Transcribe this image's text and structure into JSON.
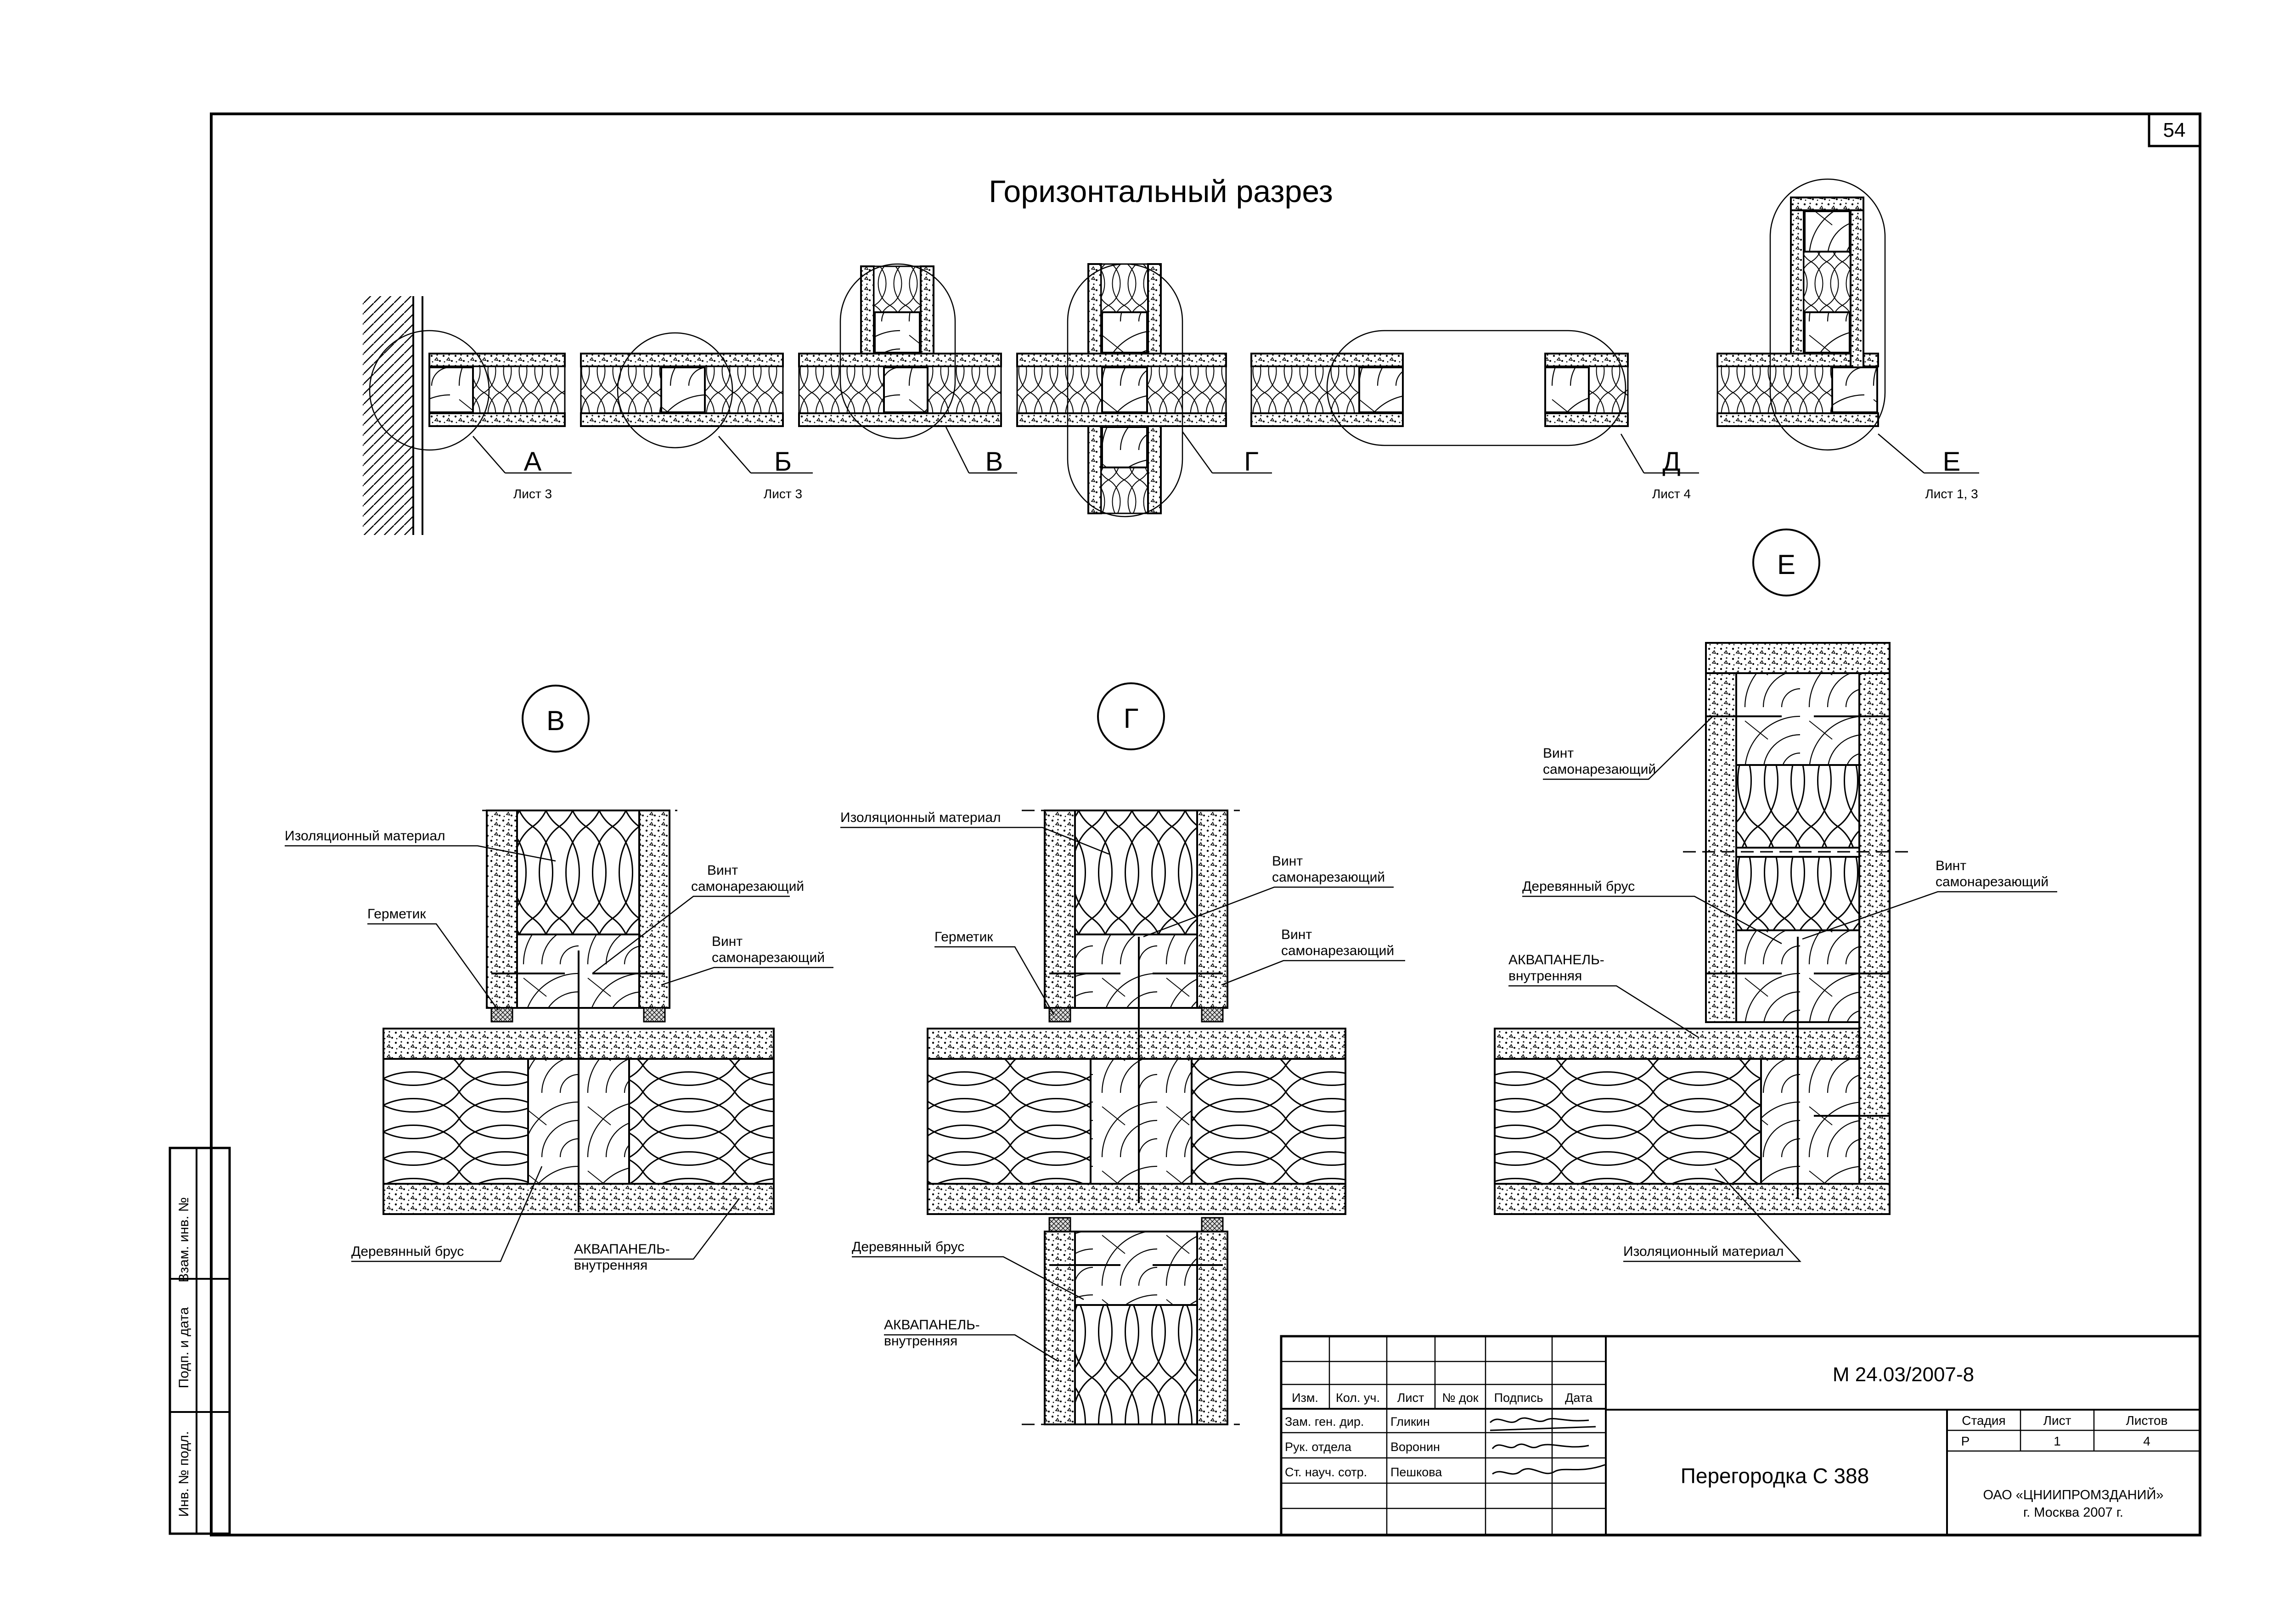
{
  "page_number": "54",
  "title": "Горизонтальный разрез",
  "nodes": [
    {
      "letter": "А",
      "sheet": "Лист 3"
    },
    {
      "letter": "Б",
      "sheet": "Лист 3"
    },
    {
      "letter": "В",
      "sheet": ""
    },
    {
      "letter": "Г",
      "sheet": ""
    },
    {
      "letter": "Д",
      "sheet": "Лист 4"
    },
    {
      "letter": "Е",
      "sheet": "Лист 1, 3"
    }
  ],
  "details": {
    "v": {
      "title": "В",
      "insulation": "Изоляционный материал",
      "sealant": "Герметик",
      "screw1_a": "Винт",
      "screw1_b": "самонарезающий",
      "screw2_a": "Винт",
      "screw2_b": "самонарезающий",
      "beam": "Деревянный брус",
      "panel_a": "АКВАПАНЕЛЬ-",
      "panel_b": "внутренняя"
    },
    "g": {
      "title": "Г",
      "insulation": "Изоляционный материал",
      "sealant": "Герметик",
      "screw1_a": "Винт",
      "screw1_b": "самонарезающий",
      "screw2_a": "Винт",
      "screw2_b": "самонарезающий",
      "beam": "Деревянный брус",
      "panel_a": "АКВАПАНЕЛЬ-",
      "panel_b": "внутренняя"
    },
    "e": {
      "title": "Е",
      "screw1_a": "Винт",
      "screw1_b": "самонарезающий",
      "beam": "Деревянный брус",
      "screw2_a": "Винт",
      "screw2_b": "самонарезающий",
      "panel_a": "АКВАПАНЕЛЬ-",
      "panel_b": "внутренняя",
      "insulation": "Изоляционный материал"
    }
  },
  "side_stamp": {
    "col1": "Взам. инв. №",
    "col2": "Подп. и дата",
    "col3": "Инв. № подл."
  },
  "title_block": {
    "doc_code": "М 24.03/2007-8",
    "headers": [
      "Изм.",
      "Кол. уч.",
      "Лист",
      "№ док",
      "Подпись",
      "Дата"
    ],
    "rows": [
      {
        "role": "Зам. ген. дир.",
        "name": "Гликин"
      },
      {
        "role": "Рук. отдела",
        "name": "Воронин"
      },
      {
        "role": "Ст. науч. сотр.",
        "name": "Пешкова"
      }
    ],
    "name": "Перегородка С 388",
    "stage_label": "Стадия",
    "sheet_label": "Лист",
    "sheets_label": "Листов",
    "stage": "Р",
    "sheet": "1",
    "sheets": "4",
    "org_line1": "ОАО «ЦНИИПРОМЗДАНИЙ»",
    "org_line2": "г. Москва 2007 г."
  }
}
